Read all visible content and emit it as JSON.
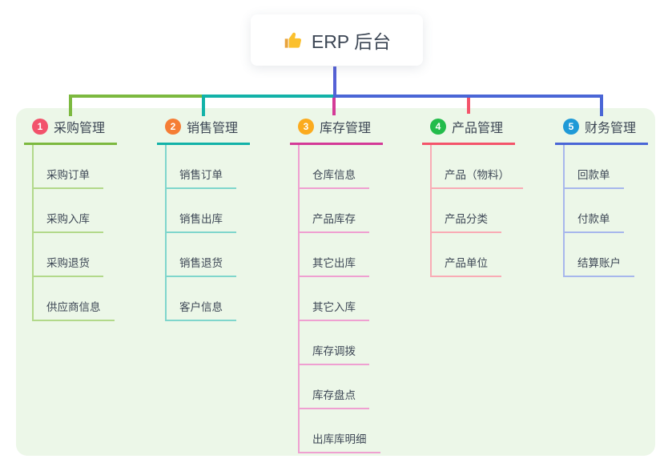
{
  "root": {
    "icon": "thumbs-up-icon",
    "label": "ERP 后台"
  },
  "branches": [
    {
      "num": "1",
      "label": "采购管理",
      "badge_color": "#f2526b",
      "line_color": "#7cb93f",
      "light_color": "#b2d98a",
      "children": [
        "采购订单",
        "采购入库",
        "采购退货",
        "供应商信息"
      ]
    },
    {
      "num": "2",
      "label": "销售管理",
      "badge_color": "#f57d35",
      "line_color": "#12b2a8",
      "light_color": "#7fd6cc",
      "children": [
        "销售订单",
        "销售出库",
        "销售退货",
        "客户信息"
      ]
    },
    {
      "num": "3",
      "label": "库存管理",
      "badge_color": "#fbab1e",
      "line_color": "#d43a97",
      "light_color": "#efa0d1",
      "children": [
        "仓库信息",
        "产品库存",
        "其它出库",
        "其它入库",
        "库存调拨",
        "库存盘点",
        "出库库明细"
      ]
    },
    {
      "num": "4",
      "label": "产品管理",
      "badge_color": "#23bc4b",
      "line_color": "#f4546a",
      "light_color": "#f9abb5",
      "children": [
        "产品（物料）",
        "产品分类",
        "产品单位"
      ]
    },
    {
      "num": "5",
      "label": "财务管理",
      "badge_color": "#1f9ad7",
      "line_color": "#4a66d6",
      "light_color": "#a7b7ec",
      "children": [
        "回款单",
        "付款单",
        "结算账户"
      ]
    }
  ],
  "colors": {
    "panel_bg": "#ecf7e8",
    "root_stem": "#5561d6",
    "thumb_gold": "#fbc02d",
    "thumb_cuff": "#e8a33d"
  }
}
